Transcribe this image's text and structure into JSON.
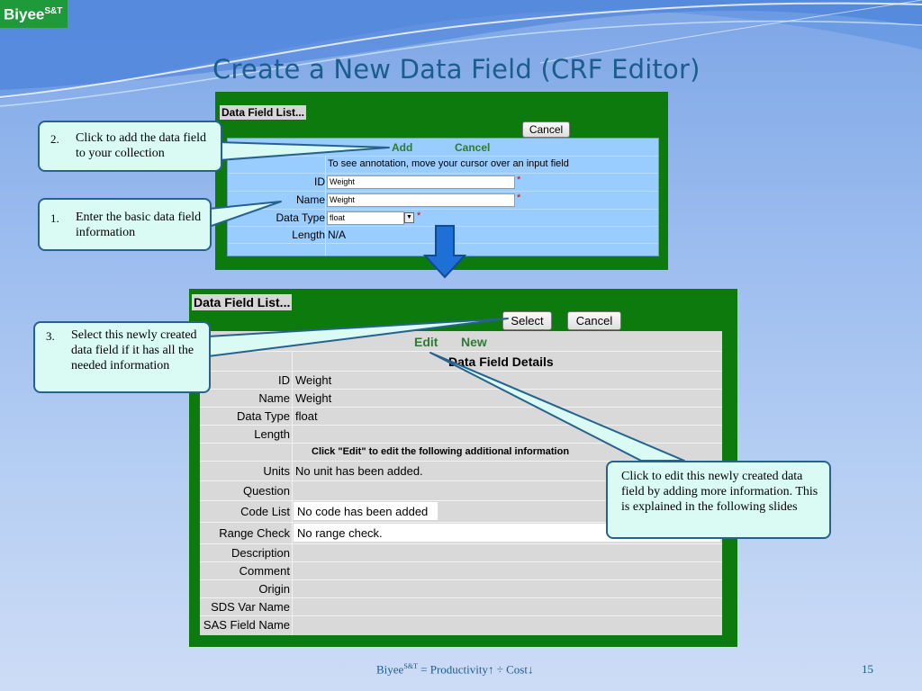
{
  "logo": {
    "name": "Biyee",
    "sup": "S&T"
  },
  "slide_title": "Create a New Data Field (CRF Editor)",
  "panel1": {
    "title": "Data Field List...",
    "cancel_button": "Cancel",
    "links": {
      "add": "Add",
      "cancel": "Cancel"
    },
    "hint": "To see annotation, move your cursor over an input field",
    "fields": {
      "id_label": "ID",
      "id_value": "Weight",
      "name_label": "Name",
      "name_value": "Weight",
      "data_type_label": "Data Type",
      "data_type_value": "float",
      "length_label": "Length",
      "length_value": "N/A"
    },
    "required_mark": "*"
  },
  "panel2": {
    "title": "Data Field List...",
    "select_button": "Select",
    "cancel_button": "Cancel",
    "links": {
      "edit": "Edit",
      "new": "New"
    },
    "section_title": "Data Field Details",
    "fields": {
      "id_label": "ID",
      "id_value": "Weight",
      "name_label": "Name",
      "name_value": "Weight",
      "data_type_label": "Data Type",
      "data_type_value": "float",
      "length_label": "Length"
    },
    "edit_note": "Click \"Edit\" to edit the following additional information",
    "extra": {
      "units_label": "Units",
      "units_value": "No unit has been added.",
      "question_label": "Question",
      "code_list_label": "Code List",
      "code_list_value": "No code has been added",
      "range_check_label": "Range Check",
      "range_check_value": "No range check.",
      "description_label": "Description",
      "comment_label": "Comment",
      "origin_label": "Origin",
      "sds_label": "SDS Var Name",
      "sas_label": "SAS Field Name"
    }
  },
  "callouts": {
    "c2": {
      "num": "2.",
      "text": "Click to add the data field to your collection"
    },
    "c1": {
      "num": "1.",
      "text": "Enter the basic data field information"
    },
    "c3": {
      "num": "3.",
      "text": "Select this newly created data field if it has all the needed information"
    },
    "c4": {
      "text": "Click to edit this newly created data field by adding more information. This is explained in the following slides"
    }
  },
  "footer": {
    "brand": "Biyee",
    "sup": "S&T",
    "formula": " = Productivity↑ ÷ Cost↓"
  },
  "page_number": "15",
  "colors": {
    "panel_green": "#0c7a0c",
    "form_blue": "#99ccff",
    "callout_fill": "#d9fbf3",
    "title_blue": "#1b5d8e",
    "link_green": "#2f7b33"
  }
}
